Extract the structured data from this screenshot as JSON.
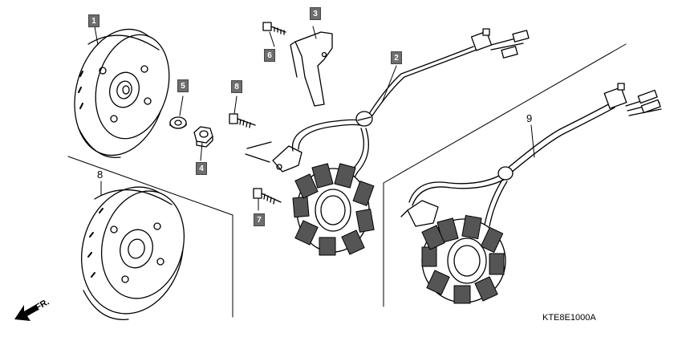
{
  "callouts": {
    "c1": "1",
    "c2": "2",
    "c3": "3",
    "c4": "4",
    "c5": "5",
    "c6": "6",
    "c7": "7",
    "c8_tag": "8",
    "c8_plain": "8",
    "c9": "9"
  },
  "diagram_code": "KTE8E1000A",
  "front_marker": "FR."
}
